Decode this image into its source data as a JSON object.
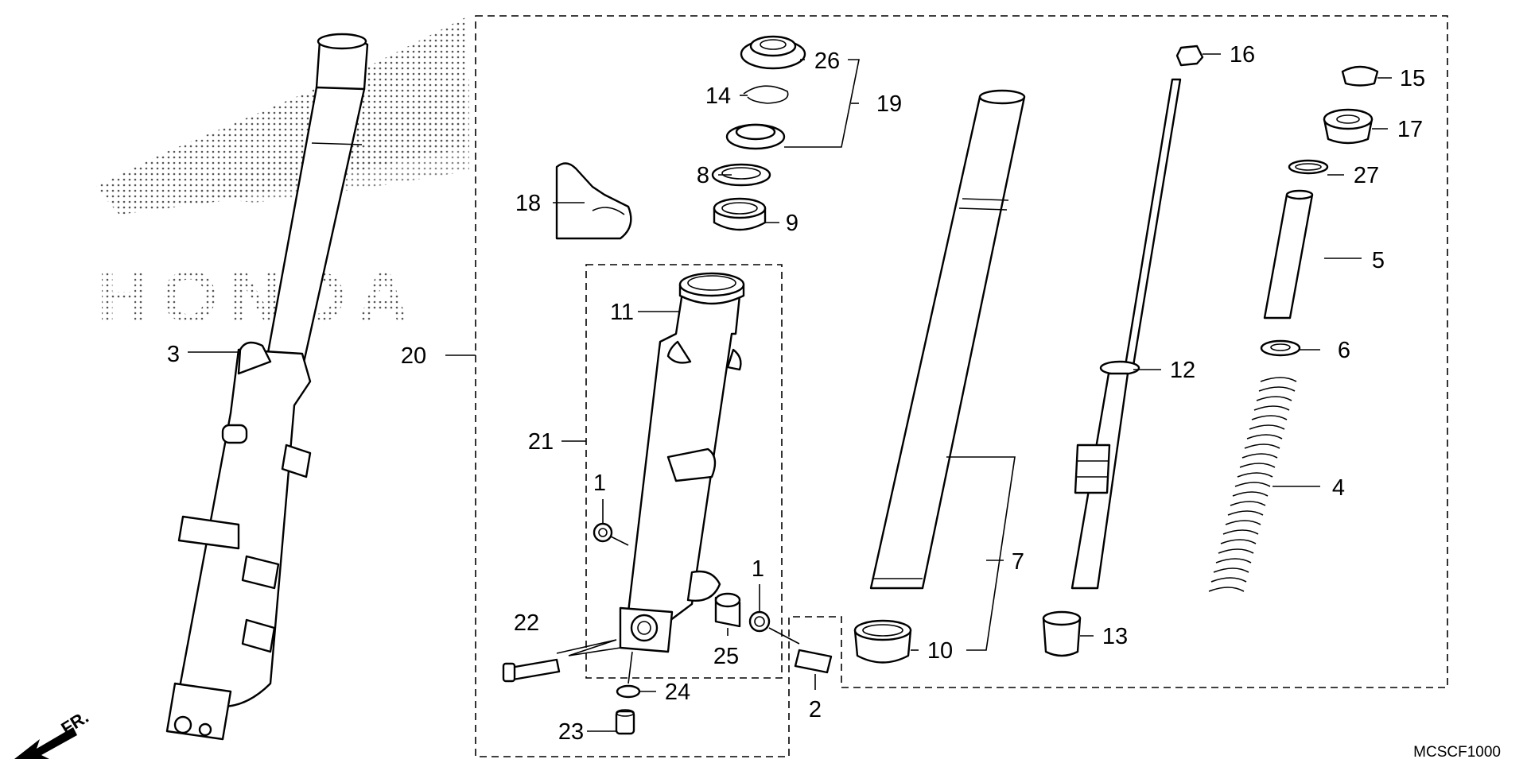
{
  "diagram": {
    "watermark_brand": "HONDA",
    "direction_label": "FR.",
    "figure_code": "MCSCF1000",
    "callouts": [
      {
        "num": "1"
      },
      {
        "num": "1"
      },
      {
        "num": "2"
      },
      {
        "num": "3"
      },
      {
        "num": "4"
      },
      {
        "num": "5"
      },
      {
        "num": "6"
      },
      {
        "num": "7"
      },
      {
        "num": "8"
      },
      {
        "num": "9"
      },
      {
        "num": "10"
      },
      {
        "num": "11"
      },
      {
        "num": "12"
      },
      {
        "num": "13"
      },
      {
        "num": "14"
      },
      {
        "num": "15"
      },
      {
        "num": "16"
      },
      {
        "num": "17"
      },
      {
        "num": "18"
      },
      {
        "num": "19"
      },
      {
        "num": "20"
      },
      {
        "num": "21"
      },
      {
        "num": "22"
      },
      {
        "num": "23"
      },
      {
        "num": "24"
      },
      {
        "num": "25"
      },
      {
        "num": "26"
      },
      {
        "num": "27"
      }
    ]
  }
}
